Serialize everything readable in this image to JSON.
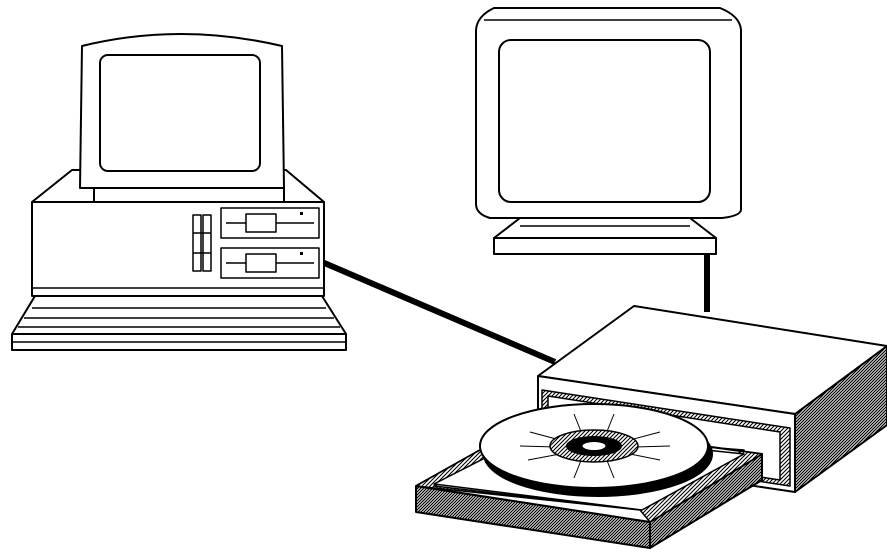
{
  "diagram": {
    "components": [
      {
        "id": "desktop-computer",
        "kind": "computer",
        "parts": [
          "monitor",
          "system-unit",
          "floppy-drive",
          "floppy-drive",
          "keyboard"
        ]
      },
      {
        "id": "display-monitor",
        "kind": "monitor"
      },
      {
        "id": "cd-rom-drive",
        "kind": "optical-drive",
        "tray": "open",
        "disc": "loaded"
      }
    ],
    "connections": [
      {
        "from": "desktop-computer",
        "to": "cd-rom-drive"
      },
      {
        "from": "display-monitor",
        "to": "cd-rom-drive"
      }
    ],
    "colors": {
      "line": "#000000",
      "fill": "#ffffff"
    }
  }
}
